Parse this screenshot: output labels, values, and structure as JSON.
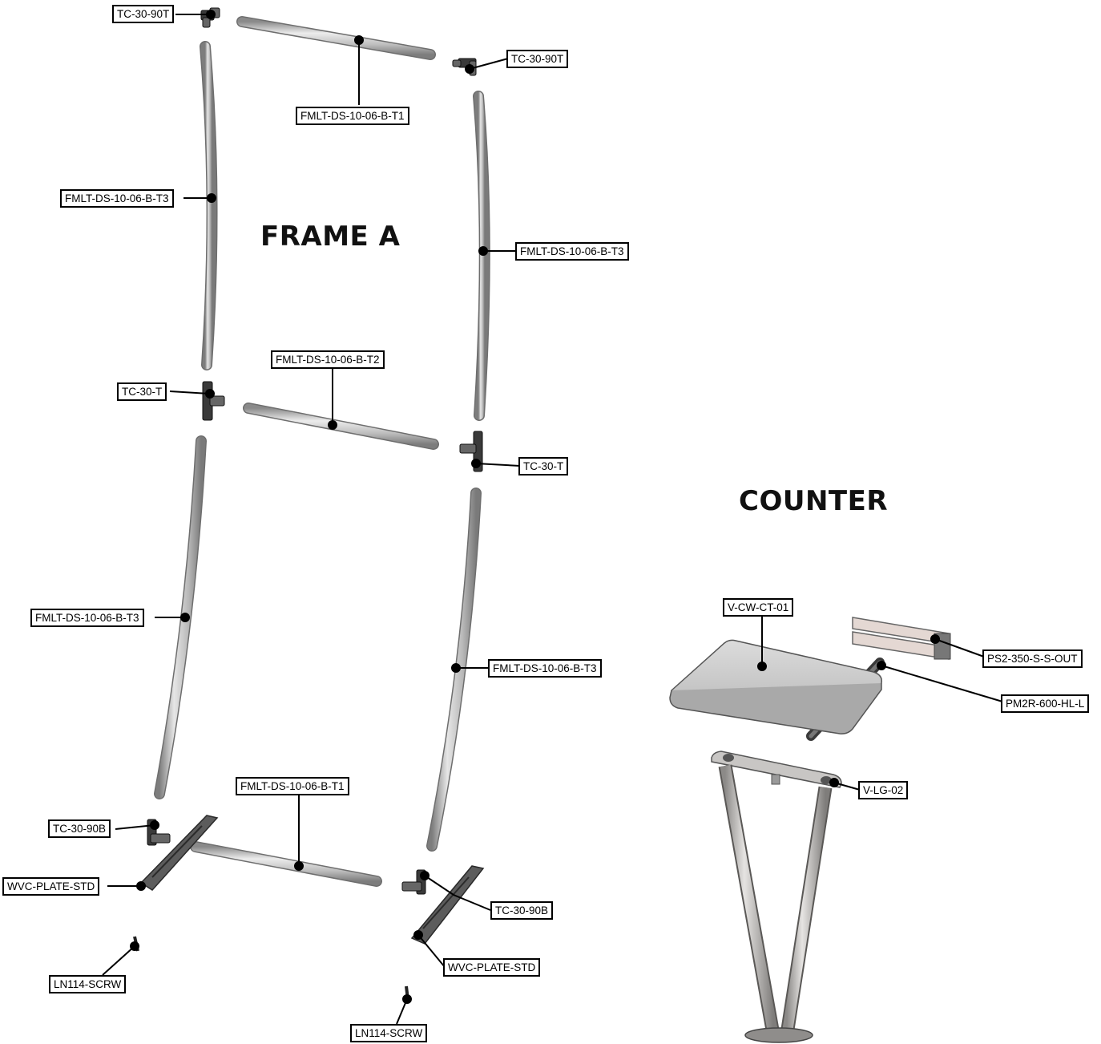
{
  "headings": {
    "frame": "FRAME A",
    "counter": "COUNTER"
  },
  "callouts": [
    {
      "id": "c1",
      "text": "TC-30-90T"
    },
    {
      "id": "c2",
      "text": "TC-30-90T"
    },
    {
      "id": "c3",
      "text": "FMLT-DS-10-06-B-T1"
    },
    {
      "id": "c4",
      "text": "FMLT-DS-10-06-B-T3"
    },
    {
      "id": "c5",
      "text": "FMLT-DS-10-06-B-T3"
    },
    {
      "id": "c6",
      "text": "FMLT-DS-10-06-B-T2"
    },
    {
      "id": "c7",
      "text": "TC-30-T"
    },
    {
      "id": "c8",
      "text": "TC-30-T"
    },
    {
      "id": "c9",
      "text": "FMLT-DS-10-06-B-T3"
    },
    {
      "id": "c10",
      "text": "FMLT-DS-10-06-B-T3"
    },
    {
      "id": "c11",
      "text": "FMLT-DS-10-06-B-T1"
    },
    {
      "id": "c12",
      "text": "TC-30-90B"
    },
    {
      "id": "c13",
      "text": "WVC-PLATE-STD"
    },
    {
      "id": "c14",
      "text": "TC-30-90B"
    },
    {
      "id": "c15",
      "text": "WVC-PLATE-STD"
    },
    {
      "id": "c16",
      "text": "LN114-SCRW"
    },
    {
      "id": "c17",
      "text": "LN114-SCRW"
    },
    {
      "id": "c18",
      "text": "V-CW-CT-01"
    },
    {
      "id": "c19",
      "text": "PS2-350-S-S-OUT"
    },
    {
      "id": "c20",
      "text": "PM2R-600-HL-L"
    },
    {
      "id": "c21",
      "text": "V-LG-02"
    }
  ],
  "colors": {
    "tube": "#c9c9c9",
    "tube_edge": "#6e6e6e",
    "plate": "#5c5c5c",
    "counter_top": "#cfcfcf",
    "panel": "#e3d8d4",
    "leader": "#000000"
  }
}
